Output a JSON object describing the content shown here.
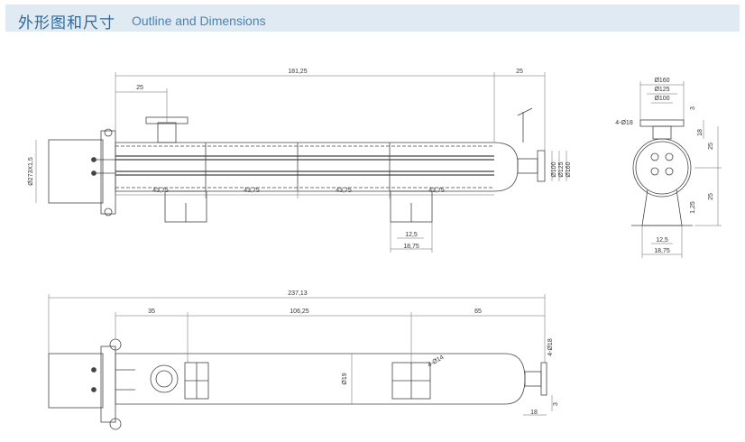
{
  "header": {
    "title_cn": "外形图和尺寸",
    "title_en": "Outline and Dimensions"
  },
  "top_view": {
    "overall_length": "181,25",
    "flange_offset": "25",
    "end_offset": "25",
    "pipe_diameter": "Ø273X1,5",
    "element_spacing": [
      "43,75",
      "43,75",
      "43,75",
      "43,75"
    ],
    "saddle_inner": "12,5",
    "saddle_outer": "18,75",
    "outlet_diameters": [
      "Ø100",
      "Ø125",
      "Ø160"
    ]
  },
  "end_view": {
    "flange_diameters": [
      "Ø160",
      "Ø125",
      "Ø100"
    ],
    "bolt_holes": "4-Ø18",
    "flange_thickness": "3",
    "flange_height": "18",
    "upper_height": "25",
    "lower_height": "25",
    "saddle_thickness": "1,25",
    "saddle_inner": "12,5",
    "saddle_outer": "18,75"
  },
  "bottom_view": {
    "overall_length": "237,13",
    "section_a": "35",
    "section_b": "106,25",
    "section_c": "65",
    "pipe_diameter": "Ø19",
    "saddle_holes": "4-Ø14",
    "end_bolt_holes": "4-Ø18",
    "end_flange": "18",
    "end_thickness": "3"
  }
}
